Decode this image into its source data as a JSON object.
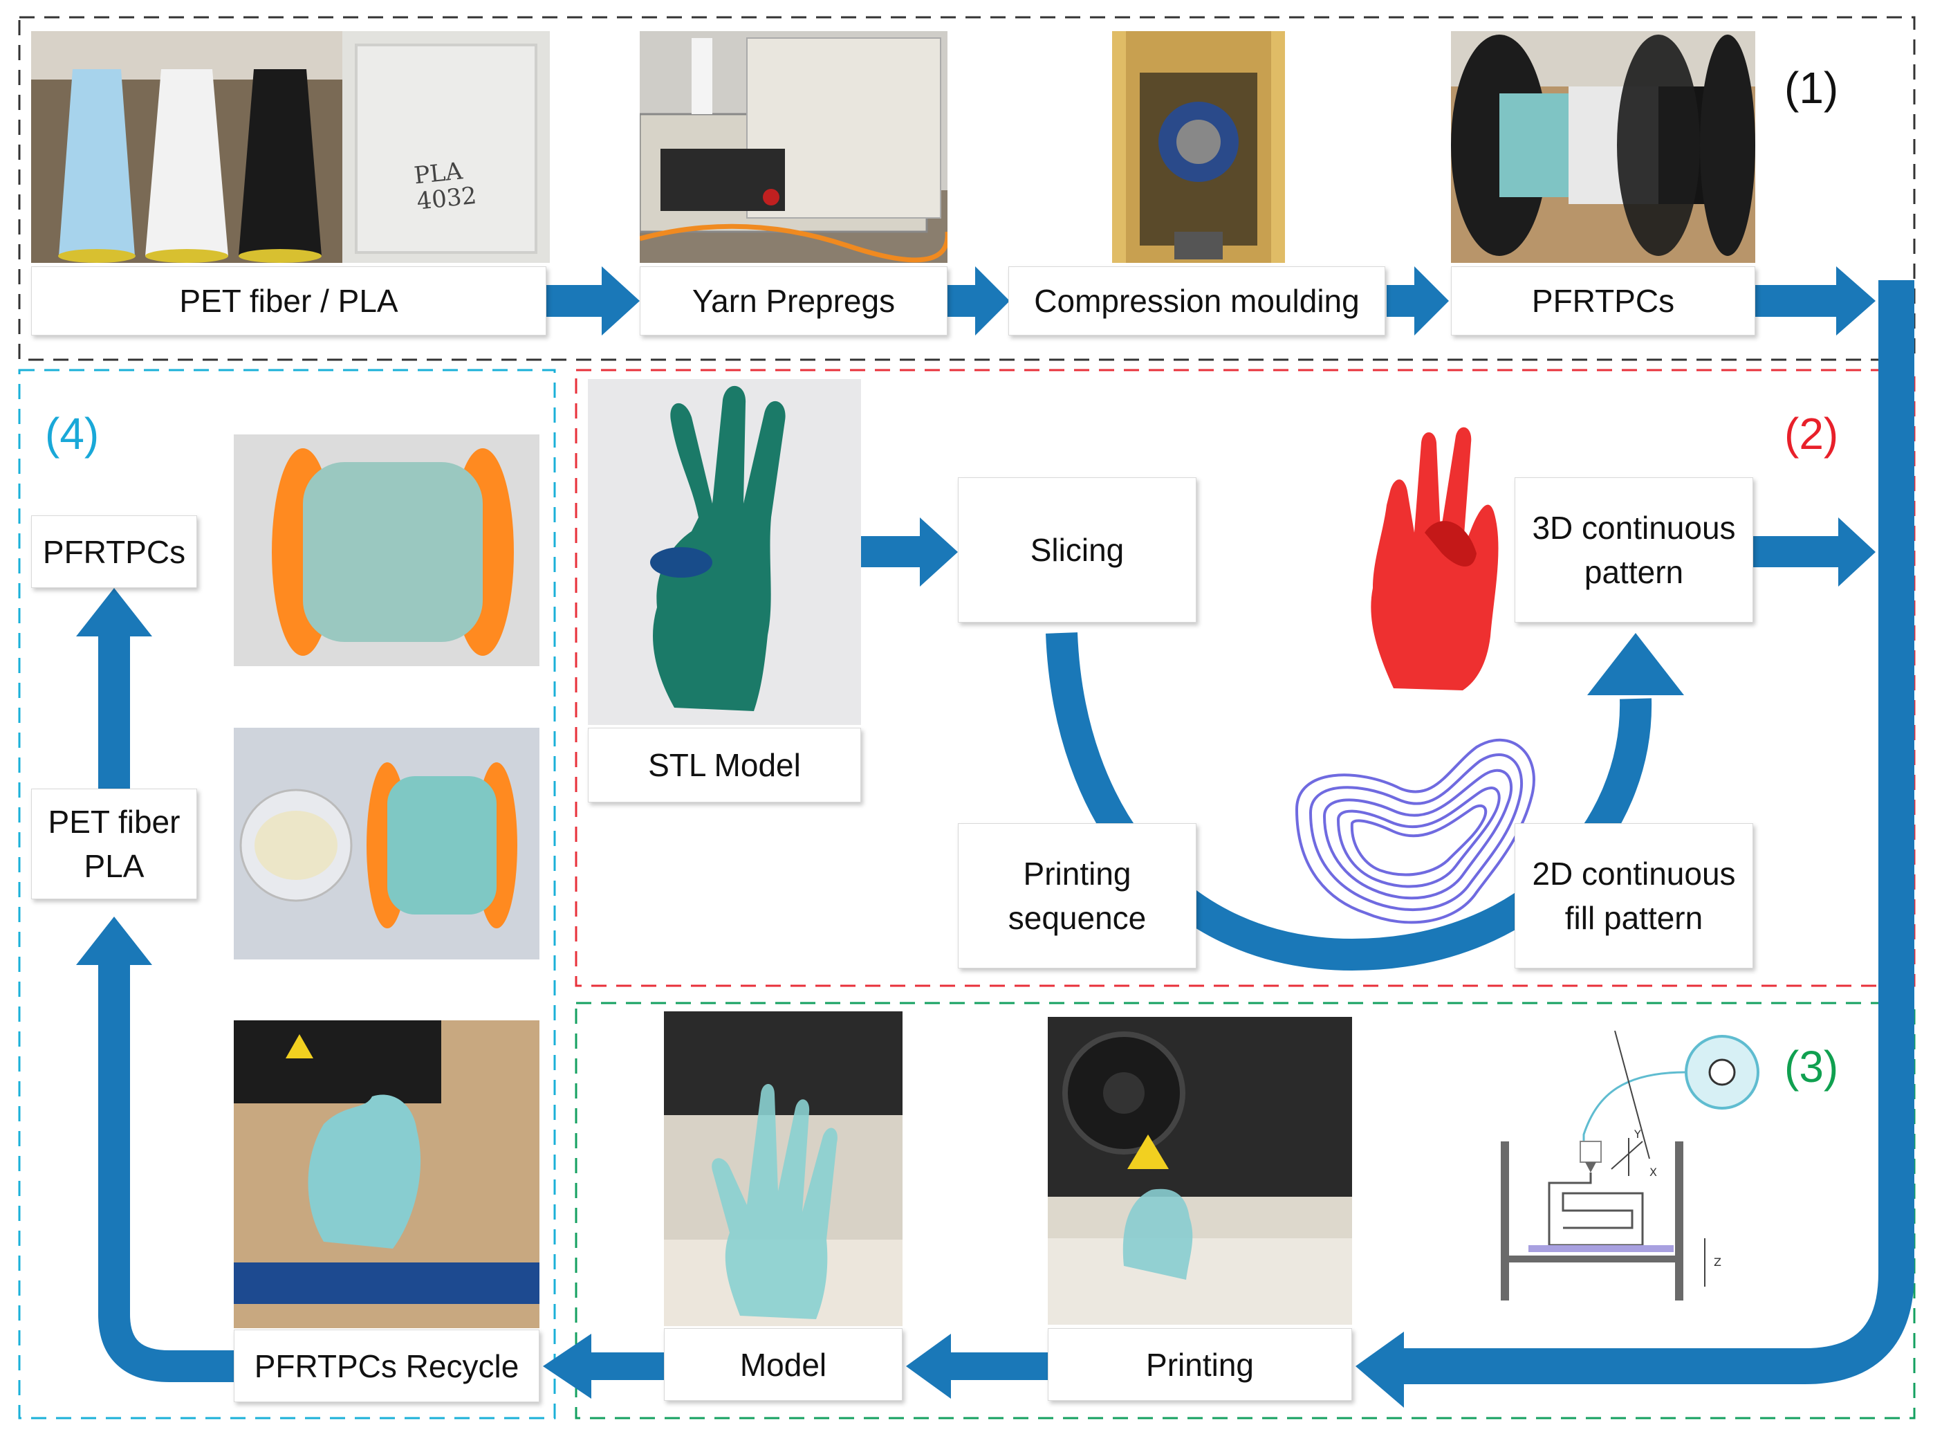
{
  "sections": {
    "s1_tag": "(1)",
    "s2_tag": "(2)",
    "s3_tag": "(3)",
    "s4_tag": "(4)"
  },
  "section1": {
    "pet_pla": "PET fiber / PLA",
    "yarn_prepregs": "Yarn Prepregs",
    "compression": "Compression moulding",
    "pfrtpcs": "PFRTPCs"
  },
  "photo_text": {
    "pla_bag": "PLA\n4032"
  },
  "section2": {
    "stl_model": "STL  Model",
    "slicing": "Slicing",
    "printing_sequence": "Printing\nsequence",
    "fill_pattern_2d": "2D continuous\nfill pattern",
    "pattern_3d": "3D continuous\npattern"
  },
  "section3": {
    "printing": "Printing",
    "model": "Model",
    "recycle": "PFRTPCs Recycle",
    "axis_x": "X",
    "axis_y": "Y",
    "axis_z": "Z"
  },
  "section4": {
    "pfrtpcs": "PFRTPCs",
    "pet_pla": "PET fiber\nPLA"
  },
  "colors": {
    "arrow_blue": "#1a78b8",
    "s1_border": "#333333",
    "s2_border": "#e8303a",
    "s3_border": "#14a060",
    "s4_border": "#1ab0d8",
    "s2_tag": "#e8202a",
    "s3_tag": "#10a050",
    "s4_tag": "#19a8d8"
  }
}
